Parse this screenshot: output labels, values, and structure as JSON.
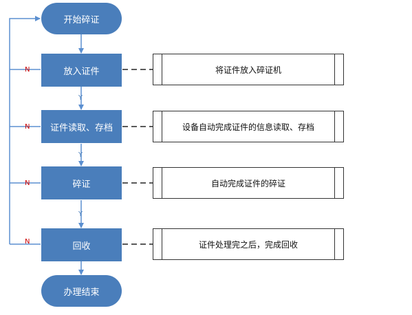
{
  "colors": {
    "node_fill": "#4a7ebb",
    "node_text": "#ffffff",
    "connector": "#5b8fd0",
    "yes_label": "#4a7ebb",
    "no_label": "#cc0000",
    "note_border": "#333333"
  },
  "start": {
    "label": "开始碎证"
  },
  "end": {
    "label": "办理结束"
  },
  "steps": [
    {
      "label": "放入证件",
      "note": "将证件放入碎证机",
      "yes": "Y",
      "no": "N"
    },
    {
      "label": "证件读取、存档",
      "note": "设备自动完成证件的信息读取、存档",
      "yes": "Y",
      "no": "N"
    },
    {
      "label": "碎证",
      "note": "自动完成证件的碎证",
      "yes": "Y",
      "no": "N"
    },
    {
      "label": "回收",
      "note": "证件处理完之后，完成回收",
      "yes": "",
      "no": "N"
    }
  ]
}
